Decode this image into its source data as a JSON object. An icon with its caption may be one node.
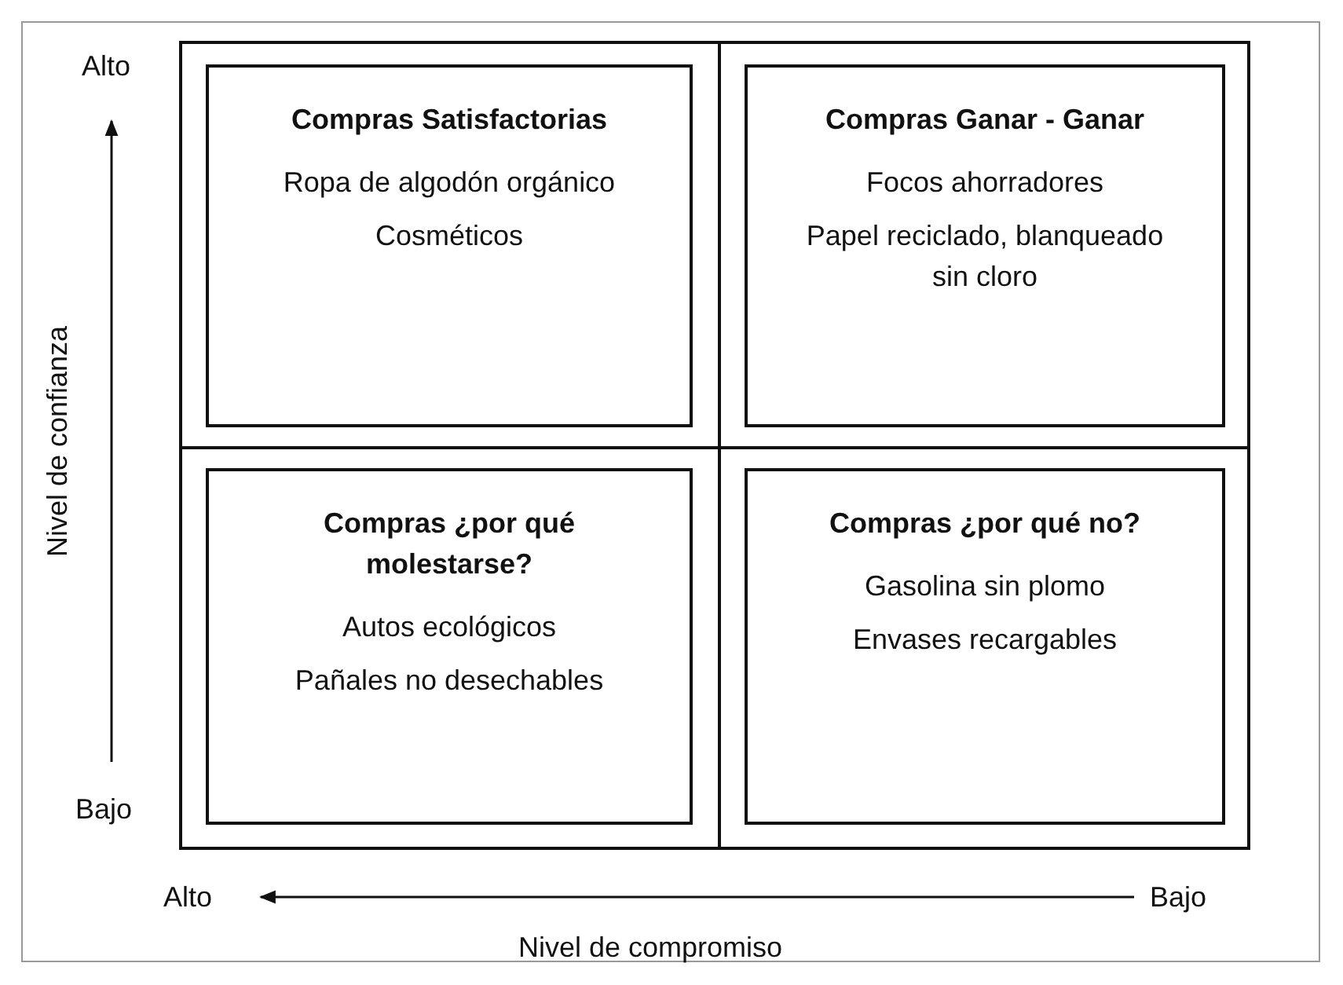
{
  "diagram": {
    "nodes": [
      {
        "text": [
          "Compras Satisfactorias",
          "Ropa de algodón orgánico",
          "Cosméticos"
        ]
      },
      {
        "text": [
          "Compras Ganar - Ganar",
          "Focos ahorradores",
          "Papel reciclado, blanqueado sin cloro"
        ]
      },
      {
        "text": [
          "Compras ¿por qué molestarse?",
          "Autos ecológicos",
          "Pañales no desechables"
        ]
      },
      {
        "text": [
          "Compras ¿por qué no?",
          "Gasolina sin plomo",
          "Envases recargables"
        ]
      }
    ],
    "labels": [
      "Alto",
      "Bajo",
      "Nivel de confianza",
      "Alto",
      "Bajo",
      "Nivel de compromiso"
    ]
  }
}
